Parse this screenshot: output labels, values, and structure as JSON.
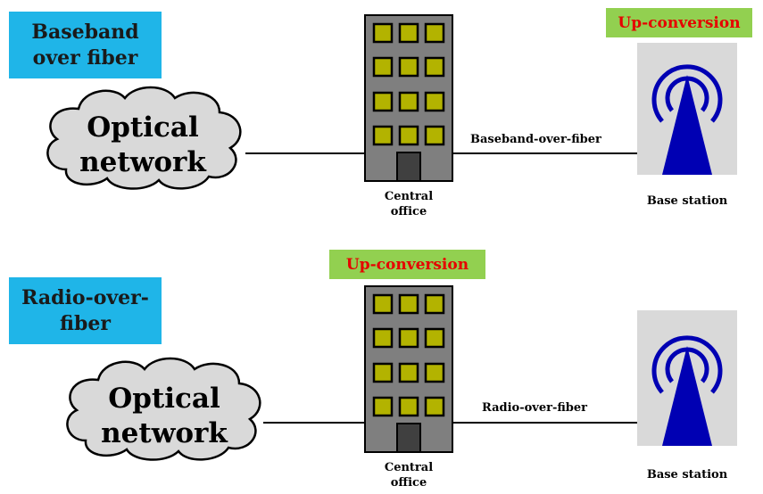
{
  "top": {
    "title": "Baseband over fiber",
    "cloud_line1": "Optical",
    "cloud_line2": "network",
    "central_office": "Central office",
    "link_label": "Baseband-over-fiber",
    "upconversion": "Up-conversion",
    "base_station": "Base station"
  },
  "bottom": {
    "title": "Radio-over-fiber",
    "cloud_line1": "Optical",
    "cloud_line2": "network",
    "central_office": "Central office",
    "link_label": "Radio-over-fiber",
    "upconversion": "Up-conversion",
    "base_station": "Base station"
  },
  "colors": {
    "title_box": "#1fb5e8",
    "upconversion_box": "#92d050",
    "upconversion_text": "#e60000",
    "building": "#7f7f7f",
    "window": "#b3b300",
    "antenna": "#0000b3",
    "antenna_panel": "#d9d9d9",
    "cloud": "#d9d9d9"
  }
}
